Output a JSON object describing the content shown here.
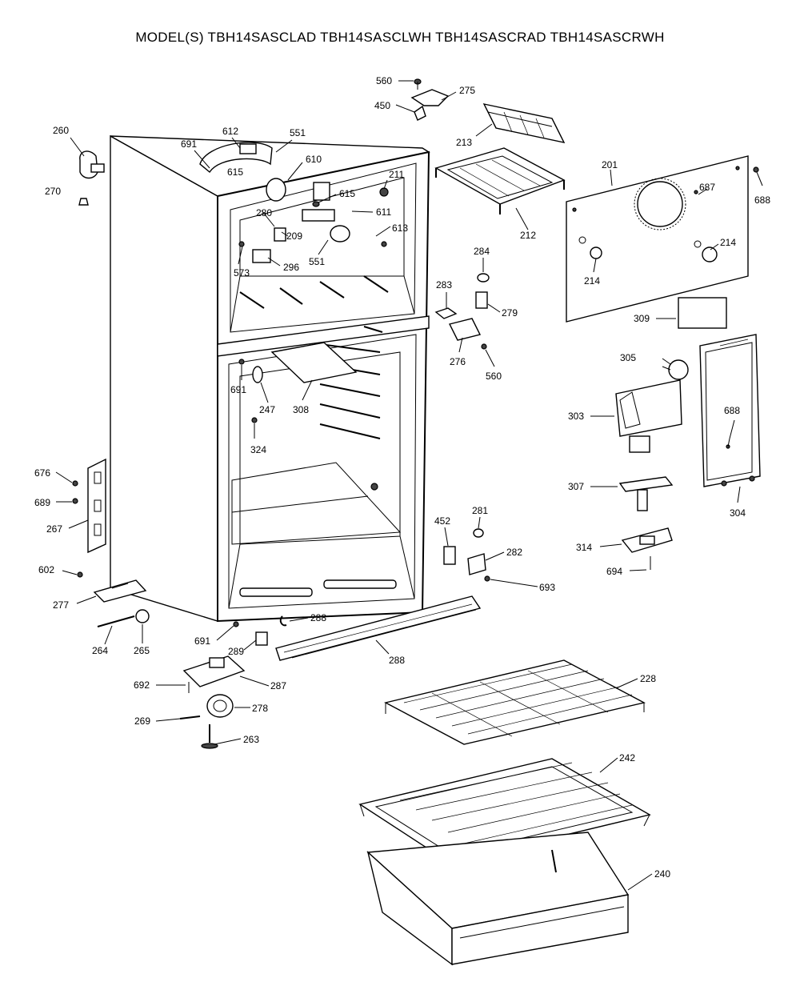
{
  "title": "MODEL(S) TBH14SASCLAD  TBH14SASCLWH  TBH14SASCRAD  TBH14SASCRWH",
  "callouts": {
    "p560a": "560",
    "p275": "275",
    "p450": "450",
    "p213": "213",
    "p260": "260",
    "p612": "612",
    "p551a": "551",
    "p691a": "691",
    "p610": "610",
    "p615": "615",
    "p270": "270",
    "p211": "211",
    "p615b": "615",
    "p611": "611",
    "p280": "280",
    "p613": "613",
    "p209": "209",
    "p573": "573",
    "p296": "296",
    "p551b": "551",
    "p201": "201",
    "p687": "687",
    "p688a": "688",
    "p212": "212",
    "p214a": "214",
    "p214b": "214",
    "p284": "284",
    "p283": "283",
    "p279": "279",
    "p309": "309",
    "p276": "276",
    "p560b": "560",
    "p305": "305",
    "p691b": "691",
    "p247": "247",
    "p308": "308",
    "p324": "324",
    "p303": "303",
    "p688b": "688",
    "p676": "676",
    "p689": "689",
    "p267": "267",
    "p307": "307",
    "p304": "304",
    "p452": "452",
    "p281": "281",
    "p314": "314",
    "p282": "282",
    "p694": "694",
    "p693": "693",
    "p602": "602",
    "p277": "277",
    "p264": "264",
    "p265": "265",
    "p691c": "691",
    "p288a": "288",
    "p289": "289",
    "p288b": "288",
    "p692": "692",
    "p287": "287",
    "p228": "228",
    "p269": "269",
    "p278": "278",
    "p263": "263",
    "p242": "242",
    "p240": "240"
  }
}
